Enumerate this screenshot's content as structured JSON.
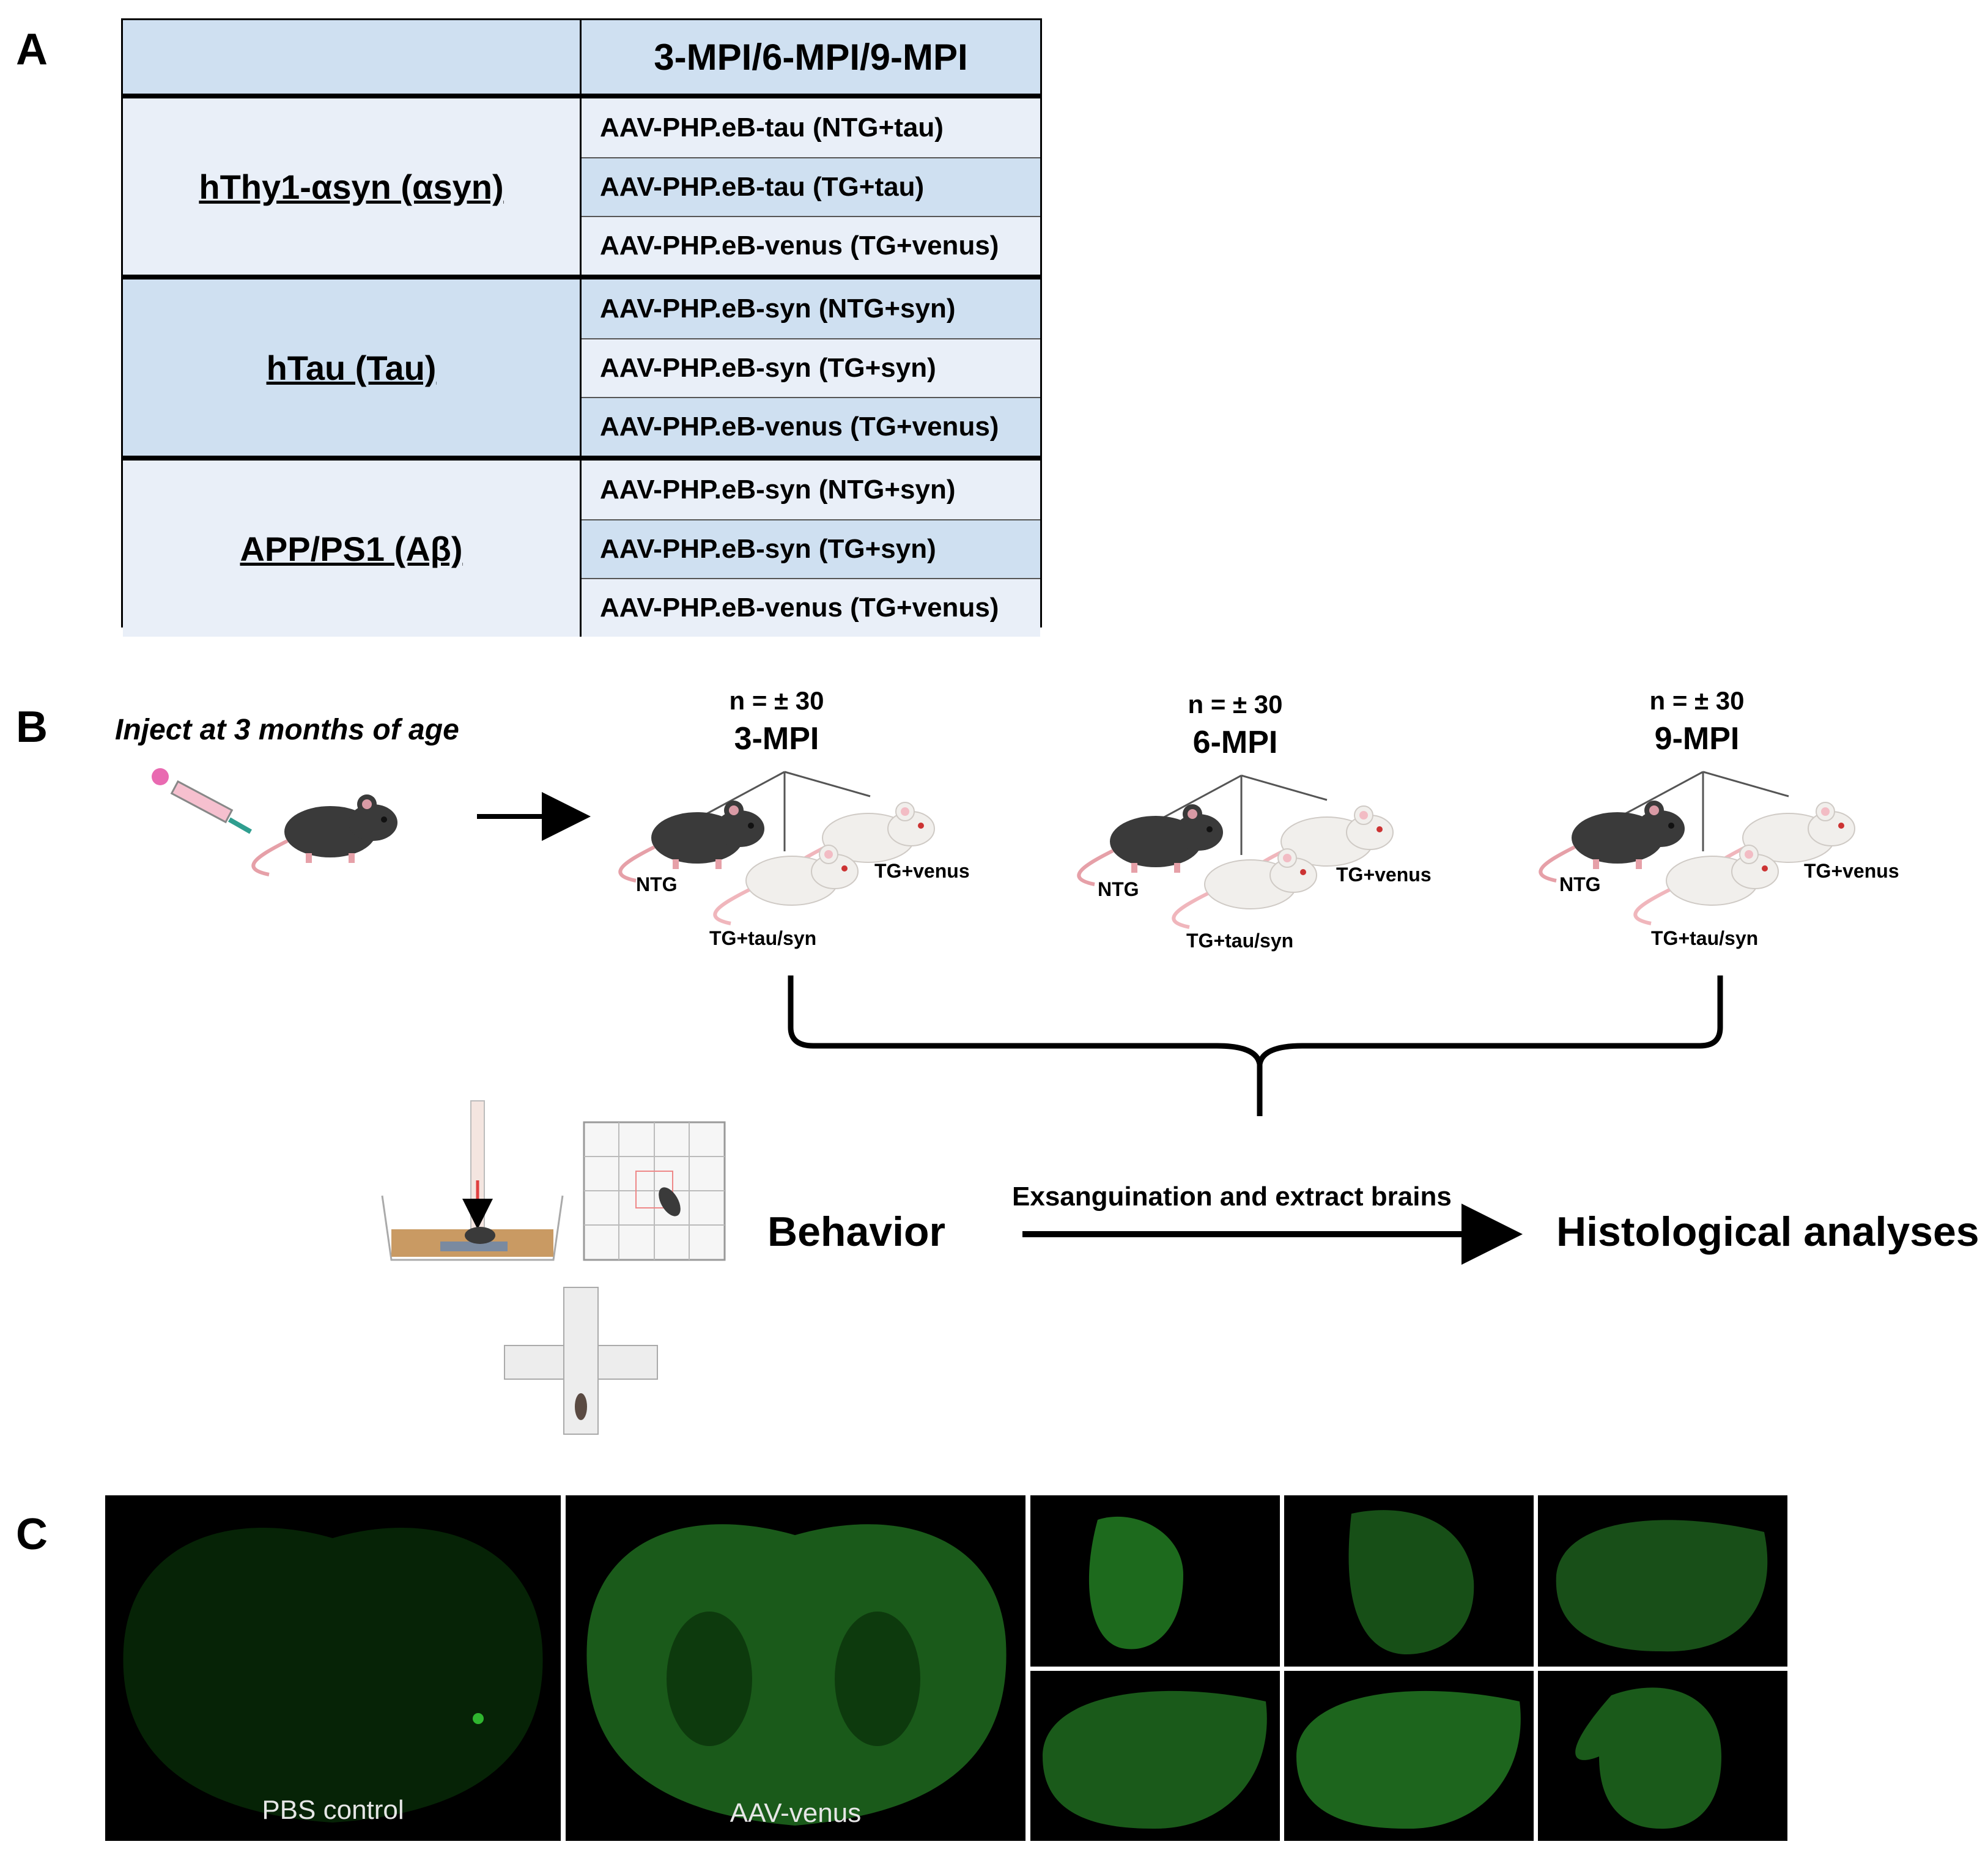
{
  "panels": {
    "a": "A",
    "b": "B",
    "c": "C"
  },
  "table": {
    "header": "3-MPI/6-MPI/9-MPI",
    "groups": [
      {
        "label": "hThy1-αsyn (αsyn)",
        "rows": [
          "AAV-PHP.eB-tau (NTG+tau)",
          "AAV-PHP.eB-tau (TG+tau)",
          "AAV-PHP.eB-venus (TG+venus)"
        ]
      },
      {
        "label": "hTau (Tau)",
        "rows": [
          "AAV-PHP.eB-syn (NTG+syn)",
          "AAV-PHP.eB-syn (TG+syn)",
          "AAV-PHP.eB-venus (TG+venus)"
        ]
      },
      {
        "label": "APP/PS1 (Aβ)",
        "rows": [
          "AAV-PHP.eB-syn (NTG+syn)",
          "AAV-PHP.eB-syn (TG+syn)",
          "AAV-PHP.eB-venus (TG+venus)"
        ]
      }
    ],
    "colors": {
      "header": "#cfe0f1",
      "light": "#e9eff8",
      "dark": "#cfe0f1"
    }
  },
  "timeline": {
    "inject": "Inject at 3 months of age",
    "timepoints": [
      {
        "n": "n = ± 30",
        "label": "3-MPI"
      },
      {
        "n": "n = ± 30",
        "label": "6-MPI"
      },
      {
        "n": "n = ± 30",
        "label": "9-MPI"
      }
    ],
    "mouse_labels": {
      "ntg": "NTG",
      "tg_venus": "TG+venus",
      "tg_tau_syn": "TG+tau/syn"
    },
    "behavior": "Behavior",
    "process": "Exsanguination and extract brains",
    "histology": "Histological analyses"
  },
  "micrographs": {
    "pbs": "PBS control",
    "aav": "AAV-venus",
    "stain_color": "#1f8f1f"
  }
}
